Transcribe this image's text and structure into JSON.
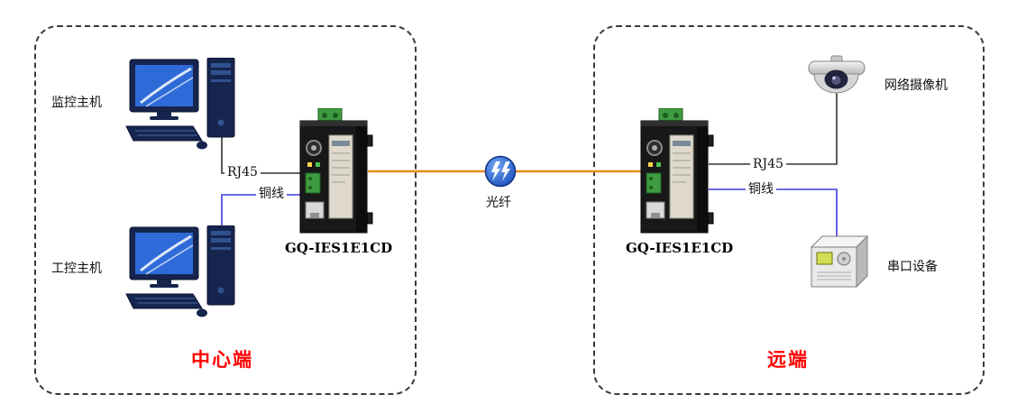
{
  "left_zone": {
    "zone_label": "中心端",
    "monitor_host_label": "监控主机",
    "industrial_host_label": "工控主机",
    "device_label": "GQ-IES1E1CD",
    "rj45_label": "RJ45",
    "copper_label": "铜线"
  },
  "link": {
    "fiber_label": "光纤"
  },
  "right_zone": {
    "zone_label": "远端",
    "device_label": "GQ-IES1E1CD",
    "camera_label": "网络摄像机",
    "serial_label": "串口设备",
    "rj45_label": "RJ45",
    "copper_label": "铜线"
  },
  "colors": {
    "zone_label_red": "#ff0000",
    "rj45_line": "#333333",
    "copper_line": "#3a3ae0",
    "fiber_line": "#e8891e"
  },
  "icons": {
    "monitor_host": "desktop-computer-icon",
    "industrial_host": "desktop-computer-icon",
    "left_device": "media-converter-icon",
    "fiber_link": "fiber-link-icon",
    "right_device": "media-converter-icon",
    "camera": "dome-camera-icon",
    "serial_device": "serial-device-icon"
  }
}
